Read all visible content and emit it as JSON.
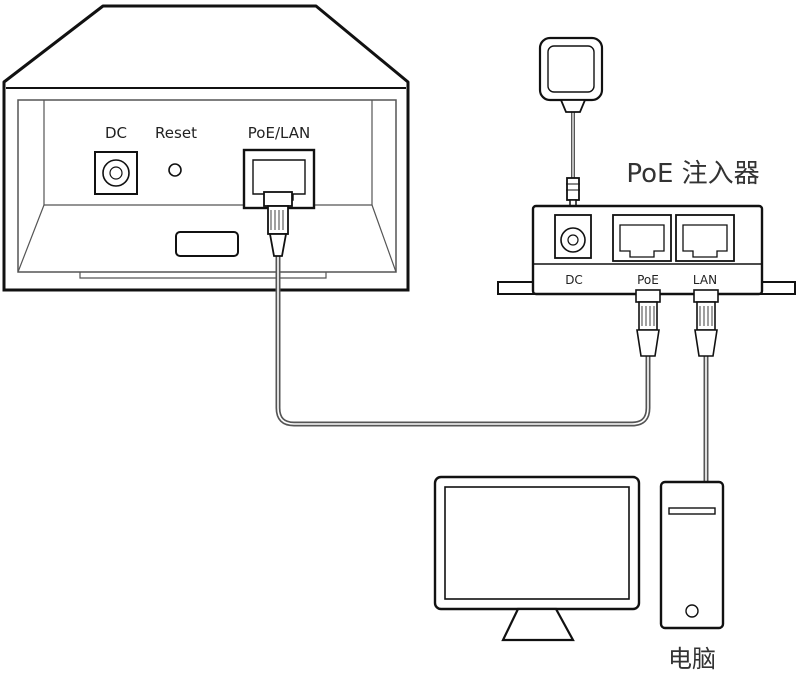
{
  "outdoor_unit": {
    "dc_label": "DC",
    "reset_label": "Reset",
    "poe_lan_label": "PoE/LAN"
  },
  "injector": {
    "title": "PoE 注入器",
    "dc_label": "DC",
    "poe_label": "PoE",
    "lan_label": "LAN"
  },
  "computer": {
    "label": "电脑"
  }
}
